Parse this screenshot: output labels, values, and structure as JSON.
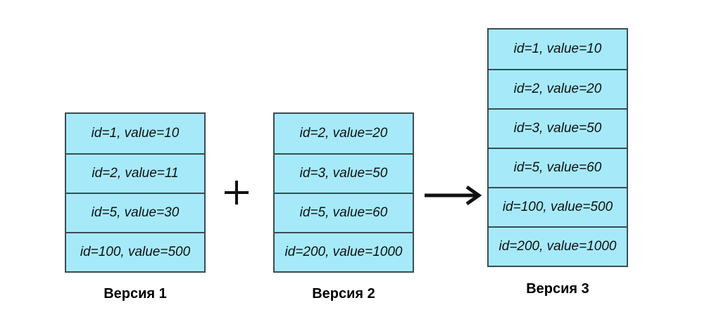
{
  "diagram": {
    "colors": {
      "background": "#ffffff",
      "cell_fill": "#a6eafa",
      "cell_border": "#3c4b54",
      "text": "#101010",
      "symbol": "#111111"
    },
    "symbols": {
      "plus": "plus-icon",
      "arrow": "arrow-right-icon"
    },
    "tables": [
      {
        "caption": "Версия 1",
        "rows": [
          "id=1, value=10",
          "id=2, value=11",
          "id=5, value=30",
          "id=100, value=500"
        ]
      },
      {
        "caption": "Версия 2",
        "rows": [
          "id=2, value=20",
          "id=3, value=50",
          "id=5, value=60",
          "id=200, value=1000"
        ]
      },
      {
        "caption": "Версия 3",
        "rows": [
          "id=1, value=10",
          "id=2, value=20",
          "id=3, value=50",
          "id=5, value=60",
          "id=100, value=500",
          "id=200, value=1000"
        ]
      }
    ]
  }
}
